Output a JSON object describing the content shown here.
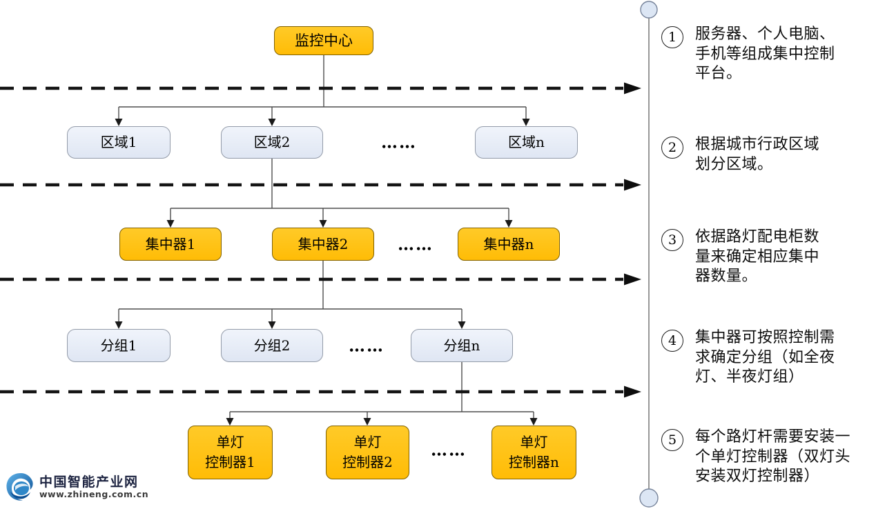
{
  "colors": {
    "node_orange": "#ffc010",
    "node_orange_border": "#7f6000",
    "node_light": "#e7ecf7",
    "node_light_border": "#929aa8",
    "connector": "#4d4d4d",
    "dashed_line": "#141414",
    "rail": "#7f7f7f",
    "rail_circle_fill": "#dce6f4"
  },
  "nodes": {
    "center": "监控中心",
    "area1": "区域1",
    "area2": "区域2",
    "arean": "区域n",
    "conc1": "集中器1",
    "conc2": "集中器2",
    "concn": "集中器n",
    "group1": "分组1",
    "group2": "分组2",
    "groupn": "分组n",
    "lamp1_l1": "单灯",
    "lamp1_l2": "控制器1",
    "lamp2_l1": "单灯",
    "lamp2_l2": "控制器2",
    "lampn_l1": "单灯",
    "lampn_l2": "控制器n",
    "dots": "……"
  },
  "annotations": {
    "a1": {
      "num": "1",
      "lines": [
        "服务器、个人电脑、",
        "手机等组成集中控制",
        "平台。"
      ]
    },
    "a2": {
      "num": "2",
      "lines": [
        "根据城市行政区域",
        "划分区域。"
      ]
    },
    "a3": {
      "num": "3",
      "lines": [
        "依据路灯配电柜数",
        "量来确定相应集中",
        "器数量。"
      ]
    },
    "a4": {
      "num": "4",
      "lines": [
        "集中器可按照控制需",
        "求确定分组（如全夜",
        "灯、半夜灯组）"
      ]
    },
    "a5": {
      "num": "5",
      "lines": [
        "每个路灯杆需要安装一",
        "个单灯控制器（双灯头",
        "安装双灯控制器）"
      ]
    }
  },
  "logo": {
    "title": "中国智能产业网",
    "url": "www.zhineng.com.cn"
  }
}
